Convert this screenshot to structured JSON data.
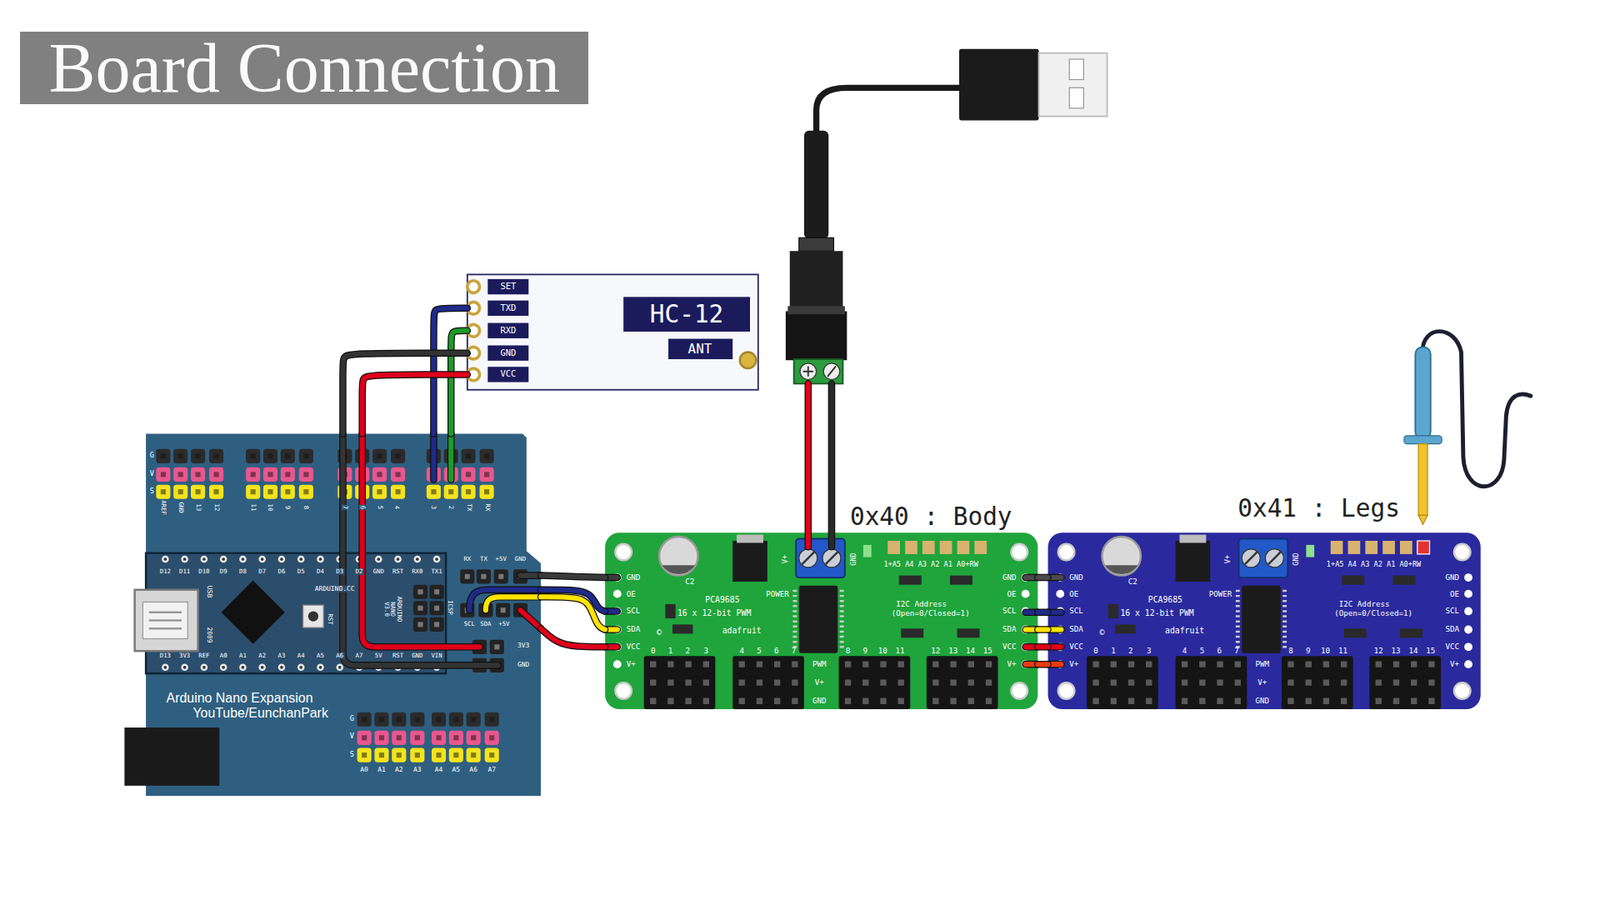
{
  "diagram": {
    "title": "Board Connection",
    "nodes": [
      {
        "text": [
          "SET",
          "TXD",
          "RXD",
          "GND",
          "VCC",
          "HC-12",
          "ANT"
        ]
      },
      {
        "text": [
          "G",
          "V",
          "S",
          "AREF",
          "GND",
          "13",
          "12",
          "11",
          "10",
          "9",
          "8",
          "7",
          "6",
          "5",
          "4",
          "3",
          "2",
          "TX",
          "RX",
          "D12",
          "D11",
          "D10",
          "D9",
          "D8",
          "D7",
          "D6",
          "D5",
          "D4",
          "D3",
          "D2",
          "GND",
          "RST",
          "RX0",
          "TX1",
          "USB",
          "2009",
          "ARDUINO.CC",
          "RST",
          "ARDUINO NANO V3.0",
          "ICSP",
          "RX",
          "TX",
          "+5V",
          "GND",
          "SCL",
          "SDA",
          "+5V",
          "3V3",
          "GND",
          "D13",
          "3V3",
          "REF",
          "A0",
          "A1",
          "A2",
          "A3",
          "A4",
          "A5",
          "A6",
          "A7",
          "5V",
          "RST",
          "GND",
          "VIN",
          "Arduino Nano Expansion",
          "YouTube/EunchanPark",
          "G",
          "V",
          "S",
          "A0",
          "A1",
          "A2",
          "A3",
          "A4",
          "A5",
          "A6",
          "A7"
        ]
      },
      {
        "text": [
          "0x40 : Body",
          "C2",
          "V+",
          "GND",
          "1+A5 A4 A3 A2 A1 A0+RW",
          "POWER",
          "PCA9685",
          "16 x 12-bit PWM",
          "I2C Address",
          "(Open=0/Closed=1)",
          "©",
          "adafruit",
          "GND",
          "OE",
          "SCL",
          "SDA",
          "VCC",
          "V+",
          "GND",
          "OE",
          "SCL",
          "SDA",
          "VCC",
          "V+",
          "0",
          "1",
          "2",
          "3",
          "4",
          "5",
          "6",
          "7",
          "8",
          "9",
          "10",
          "11",
          "12",
          "13",
          "14",
          "15",
          "PWM",
          "V+",
          "GND"
        ]
      },
      {
        "text": [
          "0x41 : Legs",
          "C2",
          "V+",
          "GND",
          "1+A5 A4 A3 A2 A1 A0+RW",
          "POWER",
          "PCA9685",
          "16 x 12-bit PWM",
          "I2C Address",
          "(Open=0/Closed=1)",
          "©",
          "adafruit",
          "GND",
          "OE",
          "SCL",
          "SDA",
          "VCC",
          "V+",
          "GND",
          "OE",
          "SCL",
          "SDA",
          "VCC",
          "V+",
          "0",
          "1",
          "2",
          "3",
          "4",
          "5",
          "6",
          "7",
          "8",
          "9",
          "10",
          "11",
          "12",
          "13",
          "14",
          "15",
          "PWM",
          "V+",
          "GND"
        ]
      }
    ],
    "edges": [
      {
        "from": 0,
        "to": 1,
        "arrow": "none"
      },
      {
        "from": 0,
        "to": 1,
        "arrow": "none"
      },
      {
        "from": 0,
        "to": 1,
        "arrow": "none"
      },
      {
        "from": 0,
        "to": 1,
        "arrow": "none"
      },
      {
        "from": 1,
        "to": 2,
        "arrow": "none"
      },
      {
        "from": 1,
        "to": 2,
        "arrow": "none"
      },
      {
        "from": 1,
        "to": 2,
        "arrow": "none"
      },
      {
        "from": 1,
        "to": 2,
        "arrow": "none"
      },
      {
        "from": 2,
        "to": 3,
        "arrow": "none"
      },
      {
        "from": 2,
        "to": 3,
        "arrow": "none"
      },
      {
        "from": 2,
        "to": 3,
        "arrow": "none"
      },
      {
        "from": 2,
        "to": 3,
        "arrow": "none"
      },
      {
        "from": 2,
        "to": 3,
        "arrow": "none"
      }
    ]
  }
}
